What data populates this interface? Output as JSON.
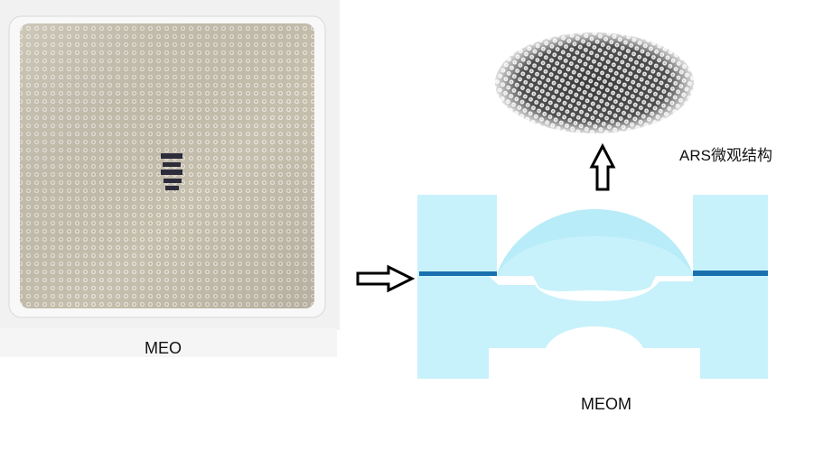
{
  "labels": {
    "meo": "MEO",
    "meom": "MEOM",
    "ars": "ARS微观结构"
  },
  "colors": {
    "mold_body": "#c8f2fb",
    "mold_line": "#1a6fae",
    "plate_bg": "#c9c2b2",
    "plate_dot": "#e7e2d7",
    "plate_frame": "#f8f8f8",
    "arrow_stroke": "#000000"
  },
  "icons": {
    "right_arrow": "outline-right-arrow-icon",
    "up_arrow": "outline-up-arrow-icon"
  }
}
